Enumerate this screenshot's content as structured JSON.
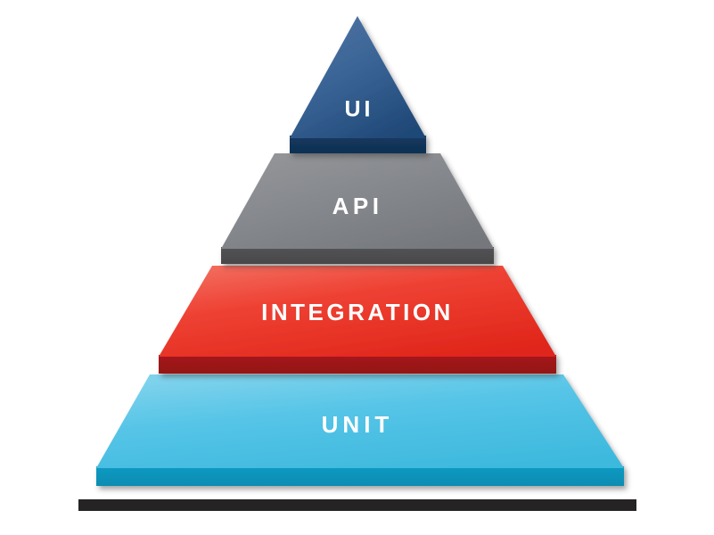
{
  "diagram": {
    "name": "test-automation-pyramid",
    "background_color": "#ffffff",
    "base_bar_color": "#252323",
    "layers": [
      {
        "id": "ui",
        "label": "UI",
        "shape": "triangle",
        "top_color": "#4a6e9e",
        "mid_color": "#2d5689",
        "bottom_color": "#1f4877",
        "edge_color": "#103559",
        "text_color": "#ffffff",
        "order": 1
      },
      {
        "id": "api",
        "label": "API",
        "shape": "trapezoid",
        "top_color": "#8d9095",
        "mid_color": "#808388",
        "bottom_color": "#75787d",
        "edge_color": "#4d4d4f",
        "text_color": "#ffffff",
        "order": 2
      },
      {
        "id": "integration",
        "label": "INTEGRATION",
        "shape": "trapezoid",
        "top_color": "#ef5244",
        "mid_color": "#e8271a",
        "bottom_color": "#e0251a",
        "edge_color": "#9e1519",
        "text_color": "#ffffff",
        "order": 3
      },
      {
        "id": "unit",
        "label": "UNIT",
        "shape": "trapezoid",
        "top_color": "#63c8e8",
        "mid_color": "#4ec3e6",
        "bottom_color": "#3bb9dd",
        "edge_color": "#0b94bd",
        "text_color": "#ffffff",
        "order": 4
      }
    ]
  }
}
